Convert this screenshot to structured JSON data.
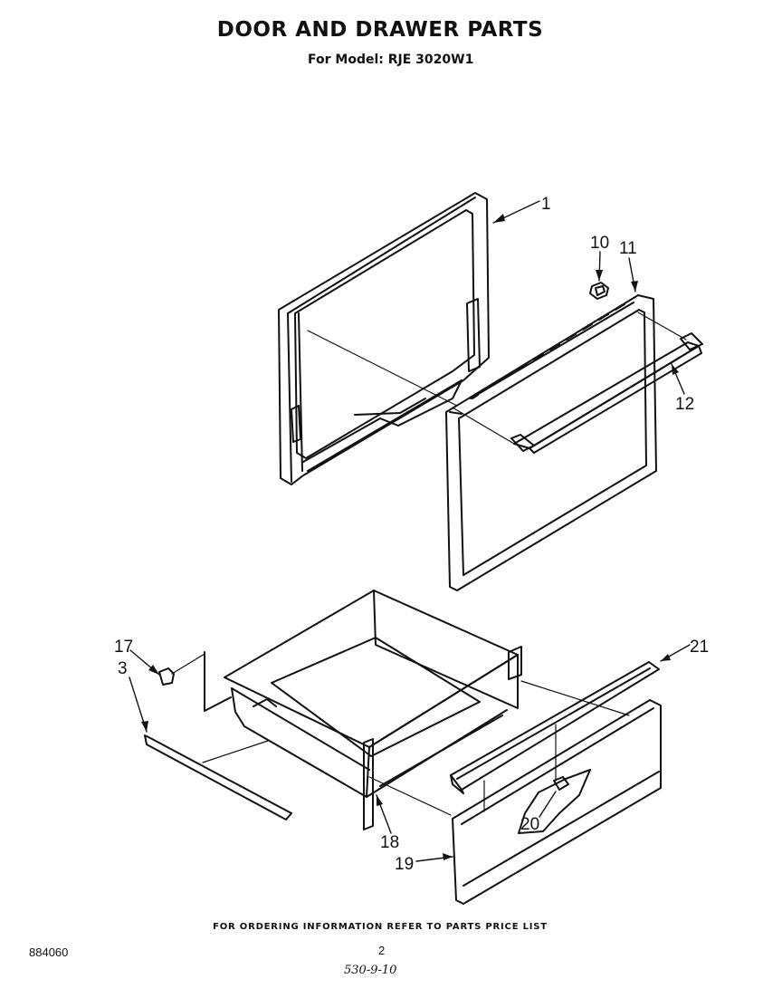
{
  "header": {
    "title": "DOOR AND DRAWER PARTS",
    "subtitle": "For Model: RJE 3020W1"
  },
  "callouts": {
    "c1": "1",
    "c3": "3",
    "c10": "10",
    "c11": "11",
    "c12": "12",
    "c17": "17",
    "c18": "18",
    "c19": "19",
    "c20": "20",
    "c21": "21"
  },
  "footer": {
    "note": "FOR ORDERING INFORMATION REFER TO PARTS PRICE LIST",
    "doc_number": "884060",
    "page_number": "2",
    "handwritten": "530-9-10"
  }
}
